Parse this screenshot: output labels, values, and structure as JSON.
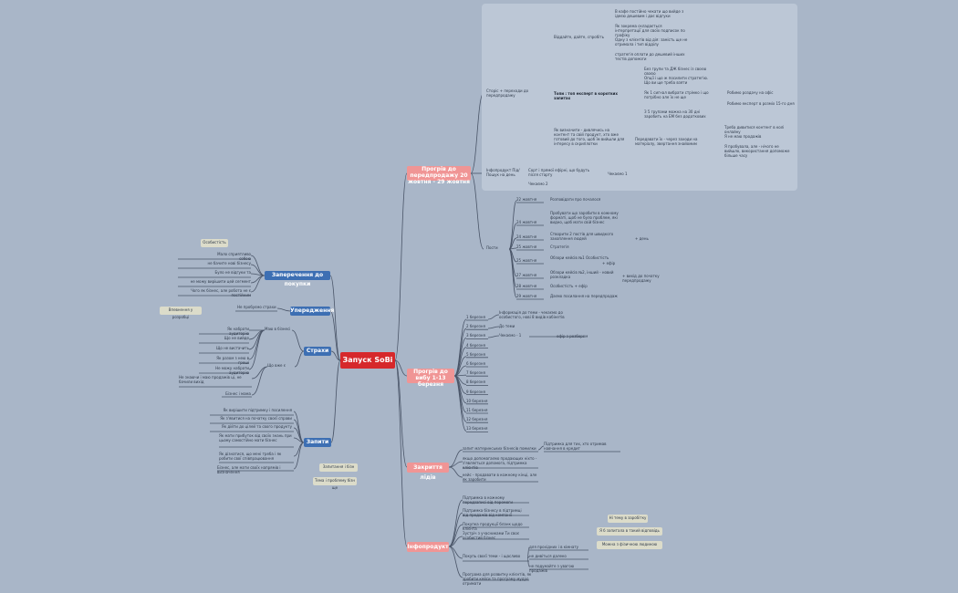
{
  "root": "Запуск SoBi",
  "branches": {
    "before_presale": "Прогрів до передпродажу 20 жовтня - 29 жовтня",
    "before_choice": "Прогрів до вибу 1-13 березня",
    "closing": "Закриття лідів",
    "infoproducts": "Інфопродукт",
    "objections": "Заперечення до покупки",
    "beliefs": "Упередження",
    "fears": "Страхи",
    "requests": "Запити"
  },
  "presale": {
    "stories": "Сторіс + переходи до передпродажу",
    "show_group": "Віддайте, дайте, спробіть",
    "show_items": [
      "В кафе постійно чекати що вийде з ідеєю дешевим і дає відгуки",
      "Як зокрема складається інтерпретації для своїх подписок по графіку",
      "Одну з клієнтів від дія: замість ще не отримала і тип відділу",
      "стратегія оплати до дешевий інших тестів допомоги"
    ],
    "top_title": "Топи : топ експерт в коротких запитах",
    "top_items": [
      "Без групи та ДЖ бізнес із своєю своєю",
      "Опції і що ж посилити стратегію. Що ви ще треба взяти",
      "Як 1 сигнал вибрати стрімко і що потрібно але їх не ще",
      "З 5 групами можна на 30 дні заробить на БМ без додаткових"
    ],
    "top_subs": [
      "Робимо роздачу на офіс",
      "Робимо експерт в розміх 15-го дня"
    ],
    "sources_text": "Як визначити - дивлячись на контент та свій продукт, хто вже готовий до того, щоб їм вийшли для інтересу в скриплотки",
    "transfer": "Передавати їх - через заходи на матеріалу, звертання знайомим",
    "transfer_items": [
      "Треба дивитися контент в колі онлайну",
      "Я не маю продажів",
      "Я пробувала, але - нічого не вийшло, використання допоможе більше часу"
    ],
    "info_group": "Інфопродукт Під/ Пошук на день",
    "info_item": "Сорт і прямої ефірні, що будуть після старту",
    "info_item2": "Чекаємо 2",
    "waiting1": "Чекаємо 1",
    "posts_group": "Пости",
    "posts": [
      {
        "date": "22 жовтня",
        "text": "Розповідати про почалося"
      },
      {
        "date": "24 жовтня",
        "text": "Пробувати що заробити в кожному форматі, щоб не було проблем, які видно, щоб мати свій бізнес"
      },
      {
        "date": "24 жовтня",
        "text": "Створити 2 постів для швидкого захоплення людей"
      },
      {
        "date": "25 жовтня",
        "text": "Стратегія"
      },
      {
        "date": "25 жовтня",
        "text": "Обзори кейсів №1 Особистість"
      },
      {
        "date": "27 жовтня",
        "text": "Обзори кейсів №2, інший - новий розкладка"
      },
      {
        "date": "28 жовтня",
        "text": "Особистість + ефір"
      },
      {
        "date": "29 жовтня",
        "text": "Даємо посилання на передпродаж"
      }
    ],
    "posts_side": [
      "+ день",
      "+ ефір",
      "+ вихід до початку передпродажу"
    ]
  },
  "choice": {
    "dates": [
      "1 березня",
      "2 березня",
      "3 березня",
      "4 березня",
      "5 березня",
      "6 березня",
      "7 березня",
      "8 березня",
      "9 березня",
      "10 березня",
      "11 березня",
      "12 березня",
      "13 березня"
    ],
    "d1": "Інформація до теми - чекаємо до особистого, нові 8 видів кабінетів",
    "d2": "До теми",
    "d3": "Чекаємо - 1",
    "d3b": "ефір з розбором"
  },
  "closing": {
    "items": [
      "запит материнських бізнесів помилки",
      "якщо допомагаємо продающих ніхто - з'являється допомога, підтримка клієнтів",
      "кейс - продавати в кожному кінці, але як заробити"
    ],
    "side": "Підтримка для тих, хто отримав навчання в кредит"
  },
  "info": {
    "items": [
      "Підтримка в кожному передзаписі від перемоги",
      "Підтримка бізнесу в підтримці від продажів від компанії",
      "Покупка продукції бланк щодо клієнта",
      "Зустріч з учасниками Ти своє особистий бізнес",
      "Покупь своєї теми - і щасливо",
      "Програма для розвитку клієнтів, як зробити кейси та програму мудро отримати"
    ],
    "sub1": "для прохідних і в кімнату",
    "sub2": "не дивіться далеко",
    "sub3": "не подумайте з увагою продажів"
  },
  "objections": {
    "items": [
      "Мало сприятливо собою",
      "не бачите нові бізнесу",
      "Було не відгуки та",
      "не можу вирішити цей сегмент",
      "Чого як бізнес, але робота не є постійним"
    ],
    "note": "Особистість"
  },
  "beliefs": {
    "item": "Не пробуємо страхи",
    "note": "Впевнення у розробці"
  },
  "fears": {
    "group1": "Маю в бізнесі",
    "group1_items": [
      "Як набрати аудиторію",
      "Що не вийде",
      "Що не вистачить",
      "Як разом з нею в гроші",
      "Не можу набрати аудиторію"
    ],
    "group2": "Що вже є",
    "group2_items": [
      "Не знаючи і маю продажів ці, не бачили вихід",
      "Бізнес і мама"
    ]
  },
  "requests": {
    "items": [
      "Як вирішити підтримку і посилення",
      "Як з'явитися на початку своєї справи",
      "Як дійти до цілей та свого продукту",
      "Як мати прибуток від своїх знань при цьому самостійно мати бізнес",
      "Як дізнатися, що мені треба і як робити свої співпрацювання",
      "Бізнес, але мати своїх напрямів і визначення"
    ],
    "notes": [
      "Запитання і бізн",
      "Тема і проблему бізн ще"
    ]
  },
  "right_notes": [
    "Ні тему в заробітку",
    "Я б запитала в такий відповідь",
    "Можна з фізичною людиною"
  ]
}
